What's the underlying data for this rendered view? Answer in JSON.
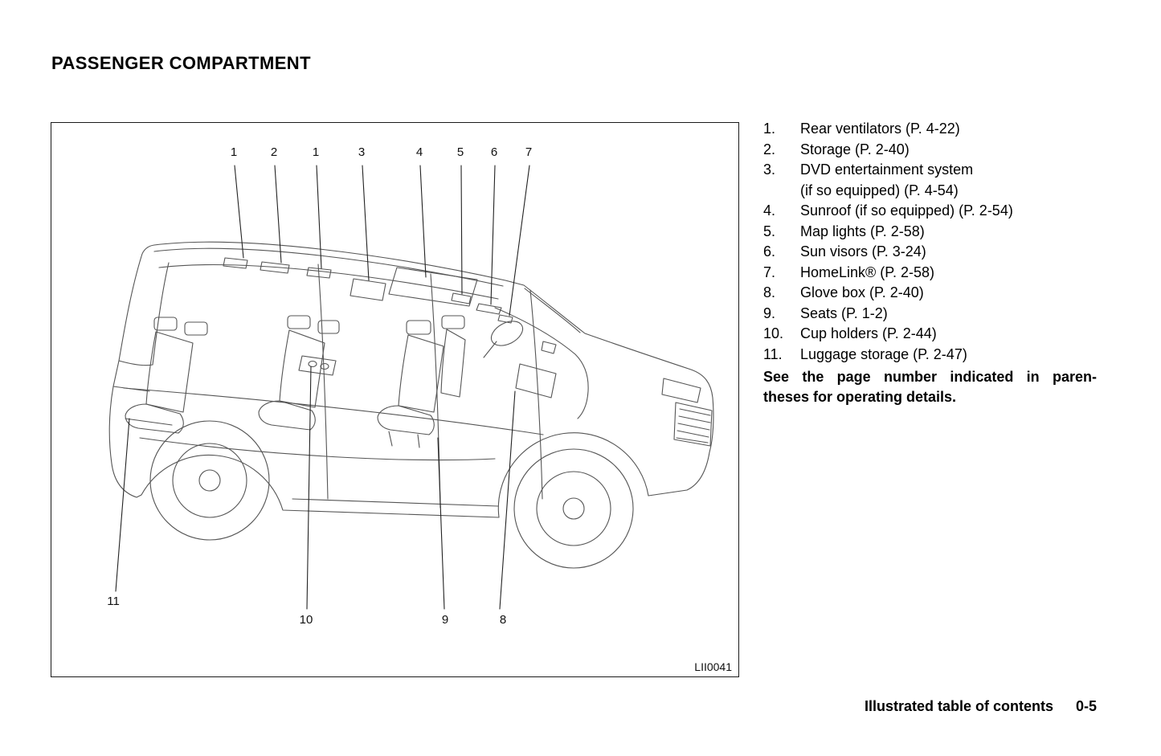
{
  "page": {
    "title": "PASSENGER COMPARTMENT",
    "footer_label": "Illustrated table of contents",
    "footer_page": "0-5"
  },
  "figure": {
    "code": "LII0041",
    "callouts": [
      {
        "label": "1"
      },
      {
        "label": "2"
      },
      {
        "label": "1"
      },
      {
        "label": "3"
      },
      {
        "label": "4"
      },
      {
        "label": "5"
      },
      {
        "label": "6"
      },
      {
        "label": "7"
      },
      {
        "label": "11"
      },
      {
        "label": "10"
      },
      {
        "label": "9"
      },
      {
        "label": "8"
      }
    ]
  },
  "legend": {
    "items": [
      {
        "num": "1.",
        "text": "Rear ventilators (P. 4-22)"
      },
      {
        "num": "2.",
        "text": "Storage (P. 2-40)"
      },
      {
        "num": "3.",
        "text": "DVD entertainment system\n(if so equipped) (P. 4-54)"
      },
      {
        "num": "4.",
        "text": "Sunroof (if so equipped) (P. 2-54)"
      },
      {
        "num": "5.",
        "text": "Map lights (P. 2-58)"
      },
      {
        "num": "6.",
        "text": "Sun visors (P. 3-24)"
      },
      {
        "num": "7.",
        "text": "HomeLink® (P. 2-58)"
      },
      {
        "num": "8.",
        "text": "Glove box (P. 2-40)"
      },
      {
        "num": "9.",
        "text": "Seats (P. 1-2)"
      },
      {
        "num": "10.",
        "text": "Cup holders (P. 2-44)"
      },
      {
        "num": "11.",
        "text": "Luggage storage (P. 2-47)"
      }
    ],
    "note_line1": "See the page number indicated in paren-",
    "note_line2": "theses for operating details."
  }
}
